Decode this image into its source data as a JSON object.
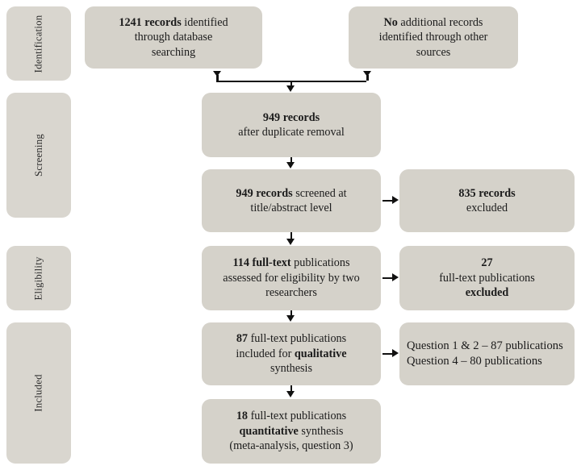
{
  "figure": {
    "type": "prisma-flow-diagram",
    "palette": {
      "box_fill": "#d5d2ca",
      "stage_fill": "#d9d6cf",
      "connector": "#111111",
      "background": "#ffffff",
      "text": "#1b1b1b"
    }
  },
  "stages": [
    {
      "id": "identification",
      "label": "Identification"
    },
    {
      "id": "screening",
      "label": "Screening"
    },
    {
      "id": "eligibility",
      "label": "Eligibility"
    },
    {
      "id": "included",
      "label": "Included"
    }
  ],
  "boxes": {
    "identification_database": {
      "lines": [
        [
          {
            "t": "1241 records",
            "b": true
          },
          {
            "t": " identified",
            "b": false
          }
        ],
        [
          {
            "t": "through database",
            "b": false
          }
        ],
        [
          {
            "t": "searching",
            "b": false
          }
        ]
      ]
    },
    "identification_other": {
      "lines": [
        [
          {
            "t": "No",
            "b": true
          },
          {
            "t": " additional records",
            "b": false
          }
        ],
        [
          {
            "t": "identified through other",
            "b": false
          }
        ],
        [
          {
            "t": "sources",
            "b": false
          }
        ]
      ]
    },
    "duplicates_removed": {
      "lines": [
        [
          {
            "t": "949 records",
            "b": true
          }
        ],
        [
          {
            "t": "after duplicate removal",
            "b": false
          }
        ]
      ]
    },
    "screened": {
      "lines": [
        [
          {
            "t": "949 records",
            "b": true
          },
          {
            "t": " screened at",
            "b": false
          }
        ],
        [
          {
            "t": "title/abstract level",
            "b": false
          }
        ]
      ]
    },
    "excluded_records": {
      "lines": [
        [
          {
            "t": "835 records",
            "b": true
          }
        ],
        [
          {
            "t": "excluded",
            "b": false
          }
        ]
      ]
    },
    "eligibility_assessed": {
      "lines": [
        [
          {
            "t": "114 full-text",
            "b": true
          },
          {
            "t": " publications",
            "b": false
          }
        ],
        [
          {
            "t": "assessed for eligibility by two",
            "b": false
          }
        ],
        [
          {
            "t": "researchers",
            "b": false
          }
        ]
      ]
    },
    "excluded_fulltext": {
      "lines": [
        [
          {
            "t": "27",
            "b": true
          }
        ],
        [
          {
            "t": "full-text publications",
            "b": false
          }
        ],
        [
          {
            "t": "excluded",
            "b": true
          }
        ]
      ]
    },
    "qualitative_synthesis": {
      "lines": [
        [
          {
            "t": "87",
            "b": true
          },
          {
            "t": " full-text publications",
            "b": false
          }
        ],
        [
          {
            "t": "included for ",
            "b": false
          },
          {
            "t": "qualitative",
            "b": true
          }
        ],
        [
          {
            "t": "synthesis",
            "b": false
          }
        ]
      ]
    },
    "questions_breakdown": {
      "lines": [
        [
          {
            "t": "Question 1 & 2 – 87 publications",
            "b": false
          }
        ],
        [
          {
            "t": "Question 4 – 80 publications",
            "b": false
          }
        ]
      ]
    },
    "quantitative_synthesis": {
      "lines": [
        [
          {
            "t": "18",
            "b": true
          },
          {
            "t": " full-text publications",
            "b": false
          }
        ],
        [
          {
            "t": "quantitative",
            "b": true
          },
          {
            "t": " synthesis",
            "b": false
          }
        ],
        [
          {
            "t": "(meta-analysis, question 3)",
            "b": false
          }
        ]
      ]
    }
  },
  "connectors": [
    {
      "id": "merge-bar",
      "kind": "horizontal-merge-bar",
      "from": [
        "identification_database",
        "identification_other"
      ],
      "to": "duplicates_removed"
    },
    {
      "id": "dedup-to-screened",
      "kind": "arrow-down",
      "from": "duplicates_removed",
      "to": "screened"
    },
    {
      "id": "screened-to-excluded",
      "kind": "arrow-right",
      "from": "screened",
      "to": "excluded_records"
    },
    {
      "id": "screened-to-eligibility",
      "kind": "arrow-down",
      "from": "screened",
      "to": "eligibility_assessed"
    },
    {
      "id": "eligibility-to-excluded",
      "kind": "arrow-right",
      "from": "eligibility_assessed",
      "to": "excluded_fulltext"
    },
    {
      "id": "eligibility-to-qualitative",
      "kind": "arrow-down",
      "from": "eligibility_assessed",
      "to": "qualitative_synthesis"
    },
    {
      "id": "qualitative-to-questions",
      "kind": "arrow-right",
      "from": "qualitative_synthesis",
      "to": "questions_breakdown"
    },
    {
      "id": "qualitative-to-quantitative",
      "kind": "arrow-down",
      "from": "qualitative_synthesis",
      "to": "quantitative_synthesis"
    }
  ]
}
